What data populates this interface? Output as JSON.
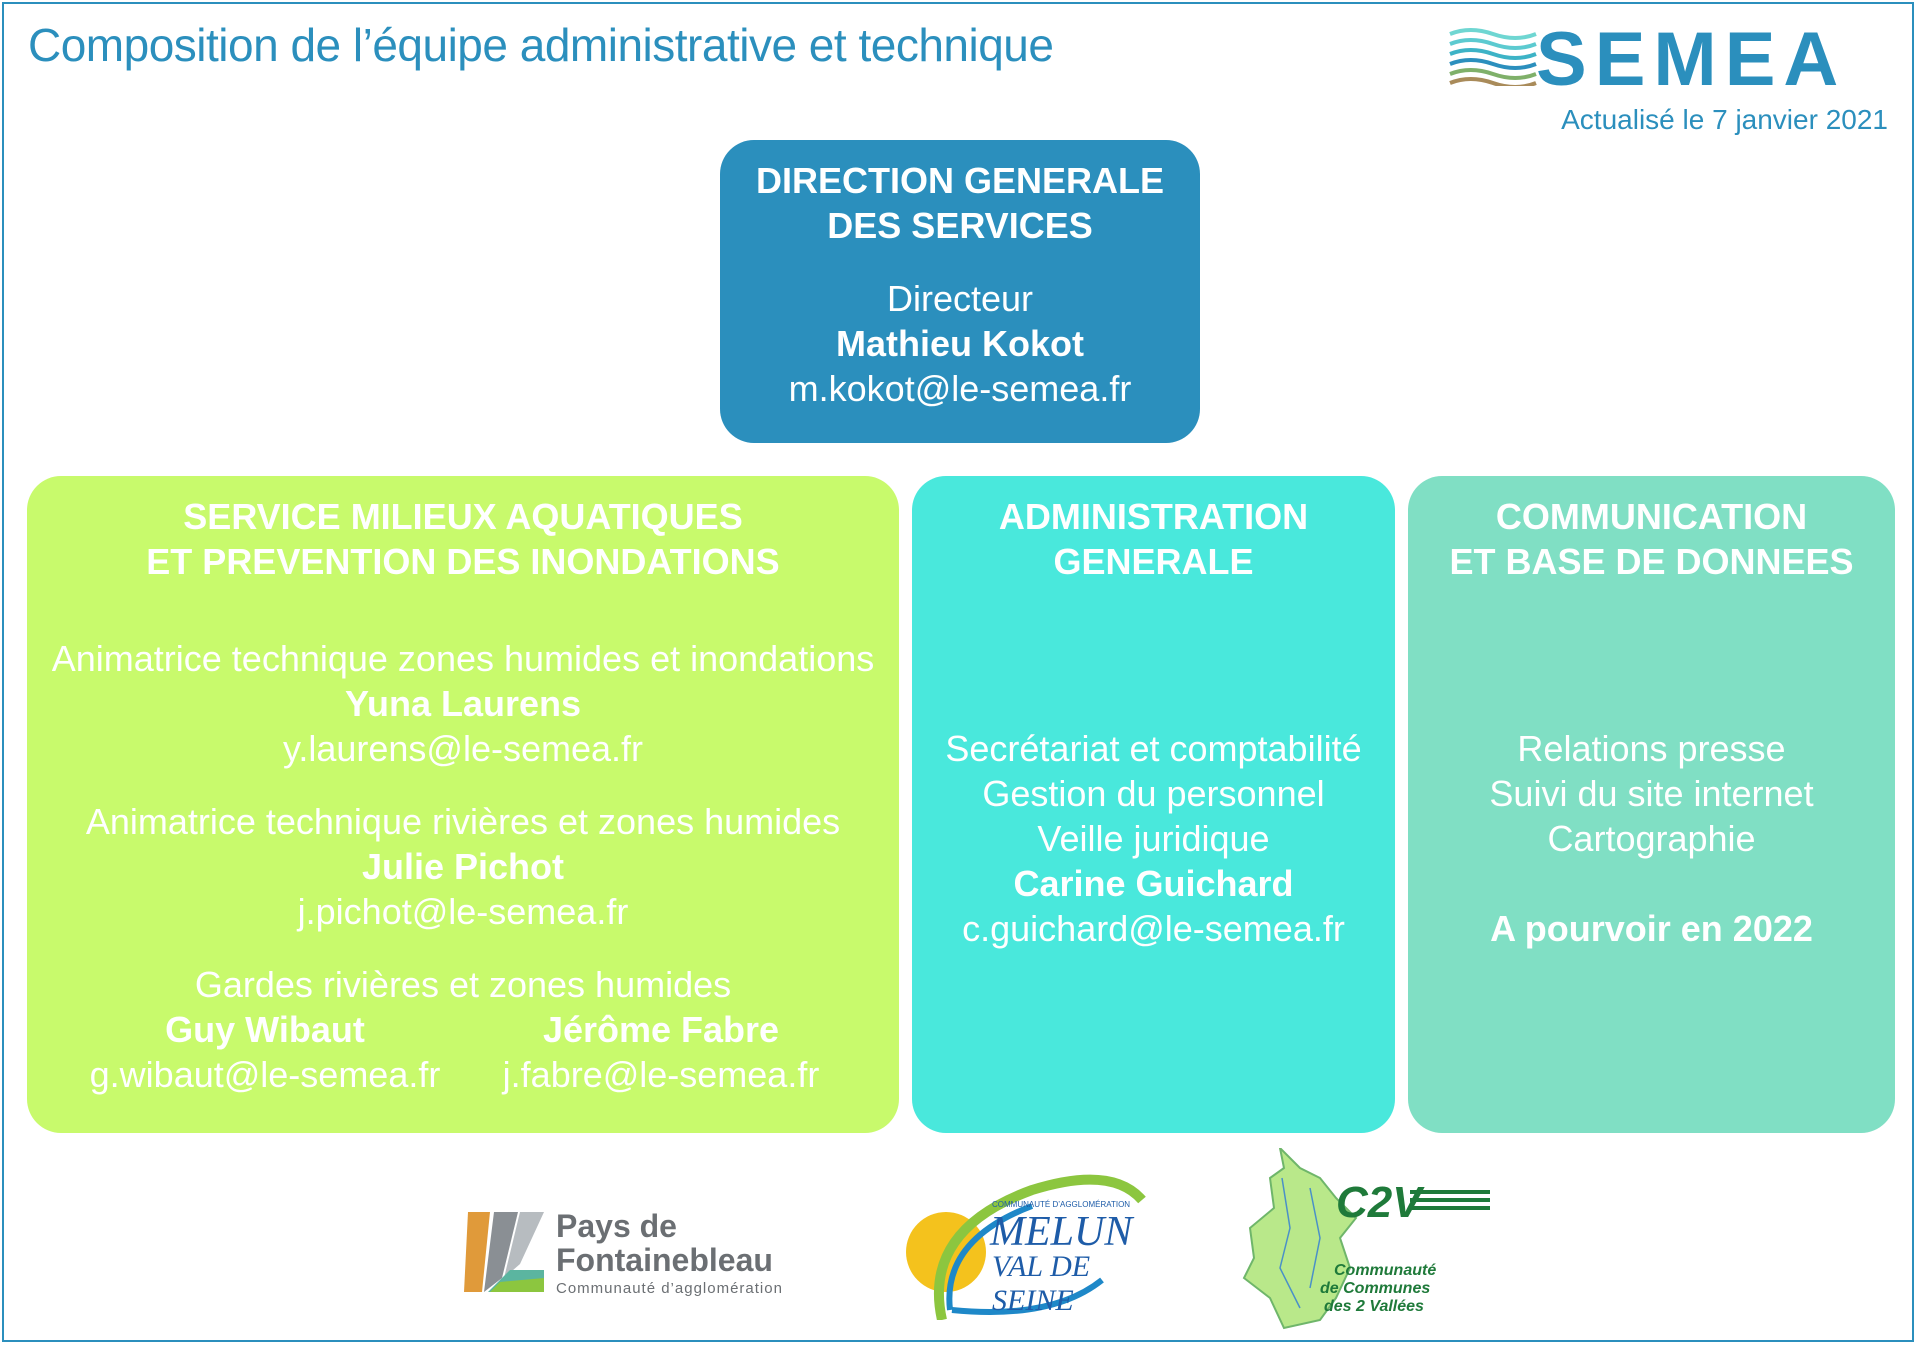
{
  "header": {
    "title": "Composition de l’équipe administrative et technique",
    "logo_text": "SEMEA",
    "updated": "Actualisé le 7 janvier 2021"
  },
  "direction": {
    "heading_1": "DIRECTION GENERALE",
    "heading_2": "DES SERVICES",
    "role": "Directeur",
    "name": "Mathieu Kokot",
    "email": "m.kokot@le-semea.fr"
  },
  "smapi": {
    "heading_1": "SERVICE MILIEUX AQUATIQUES",
    "heading_2": "ET PREVENTION DES INONDATIONS",
    "members": [
      {
        "role": "Animatrice technique zones humides et inondations",
        "name": "Yuna Laurens",
        "email": "y.laurens@le-semea.fr"
      },
      {
        "role": "Animatrice technique rivières et zones humides",
        "name": "Julie Pichot",
        "email": "j.pichot@le-semea.fr"
      }
    ],
    "gardes": {
      "role": "Gardes rivières et zones humides",
      "people": [
        {
          "name": "Guy Wibaut",
          "email": "g.wibaut@le-semea.fr"
        },
        {
          "name": "Jérôme Fabre",
          "email": "j.fabre@le-semea.fr"
        }
      ]
    }
  },
  "administration": {
    "heading_1": "ADMINISTRATION",
    "heading_2": "GENERALE",
    "tasks": [
      "Secrétariat et comptabilité",
      "Gestion du personnel",
      "Veille juridique"
    ],
    "name": "Carine Guichard",
    "email": "c.guichard@le-semea.fr"
  },
  "communication": {
    "heading_1": "COMMUNICATION",
    "heading_2": "ET BASE DE DONNEES",
    "tasks": [
      "Relations presse",
      "Suivi du site internet",
      "Cartographie"
    ],
    "status": "A pourvoir en 2022"
  },
  "footer_logos": {
    "fontainebleau": {
      "line1": "Pays de",
      "line2": "Fontainebleau",
      "line3": "Communauté d’agglomération"
    },
    "melun": {
      "top": "COMMUNAUTÉ D’AGGLOMÉRATION",
      "line1": "MELUN",
      "line2": "VAL DE SEINE"
    },
    "c2v": {
      "mark": "C2V",
      "line1": "Communauté",
      "line2": "de Communes",
      "line3": "des 2 Vallées"
    }
  },
  "colors": {
    "brand_blue": "#2b8fbd",
    "smapi_green": "#c8fa6c",
    "admin_turquoise": "#49e8dc",
    "com_teal": "#80dfc4"
  }
}
